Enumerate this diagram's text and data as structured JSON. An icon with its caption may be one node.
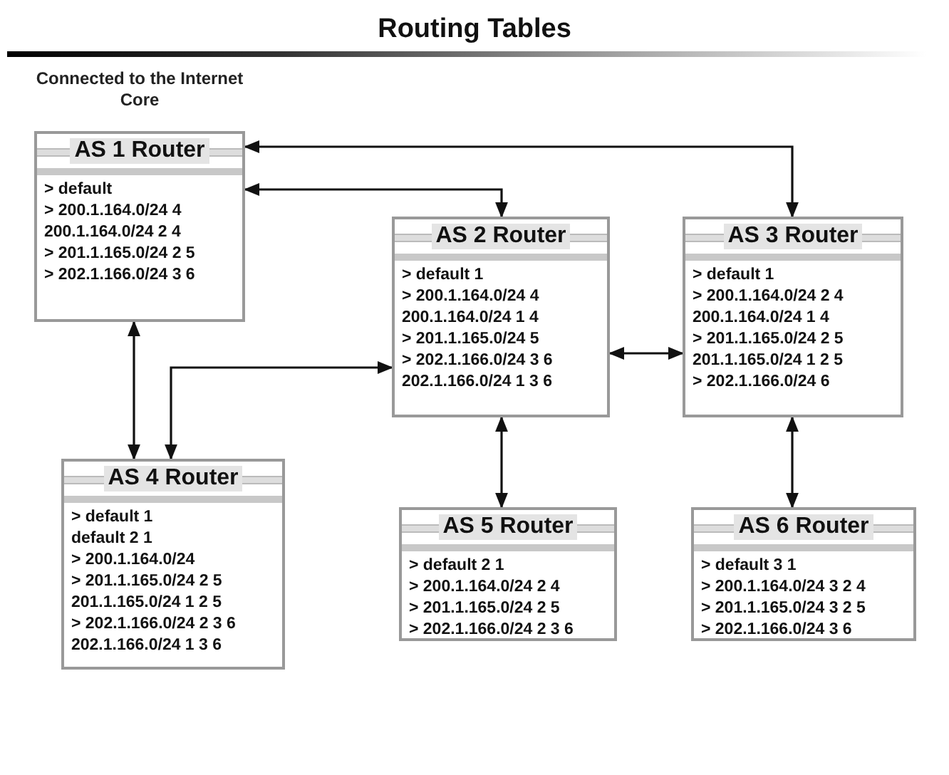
{
  "diagram": {
    "title": "Routing Tables",
    "nodes": [
      {
        "text": [
          "AS 1 Router",
          "> default",
          "> 200.1.164.0/24 4",
          "200.1.164.0/24 2 4",
          "> 201.1.165.0/24 2 5",
          "> 202.1.166.0/24 3 6"
        ],
        "beside": [
          "Connected to the Internet Core"
        ]
      },
      {
        "text": [
          "AS 2 Router",
          "> default 1",
          "> 200.1.164.0/24 4",
          "200.1.164.0/24 1 4",
          "> 201.1.165.0/24 5",
          "> 202.1.166.0/24 3 6",
          "202.1.166.0/24 1 3 6"
        ]
      },
      {
        "text": [
          "AS 3 Router",
          "> default 1",
          "> 200.1.164.0/24 2 4",
          "200.1.164.0/24 1 4",
          "> 201.1.165.0/24 2 5",
          "201.1.165.0/24 1 2 5",
          "> 202.1.166.0/24 6"
        ]
      },
      {
        "text": [
          "AS 4 Router",
          "> default 1",
          "default 2 1",
          "> 200.1.164.0/24",
          "> 201.1.165.0/24 2 5",
          "201.1.165.0/24 1 2 5",
          "> 202.1.166.0/24 2 3 6",
          "202.1.166.0/24 1 3 6"
        ]
      },
      {
        "text": [
          "AS 5 Router",
          "> default 2 1",
          "> 200.1.164.0/24 2 4",
          "> 201.1.165.0/24 2 5",
          "> 202.1.166.0/24 2 3 6"
        ]
      },
      {
        "text": [
          "AS 6 Router",
          "> default 3 1",
          "> 200.1.164.0/24 3 2 4",
          "> 201.1.165.0/24 3 2 5",
          "> 202.1.166.0/24 3 6"
        ]
      }
    ],
    "edges": [
      {
        "from": 0,
        "to": 1,
        "arrow": "both"
      },
      {
        "from": 0,
        "to": 2,
        "arrow": "both"
      },
      {
        "from": 0,
        "to": 3,
        "arrow": "both"
      },
      {
        "from": 3,
        "to": 1,
        "arrow": "both"
      },
      {
        "from": 1,
        "to": 2,
        "arrow": "both"
      },
      {
        "from": 1,
        "to": 4,
        "arrow": "both"
      },
      {
        "from": 2,
        "to": 5,
        "arrow": "both"
      }
    ]
  }
}
